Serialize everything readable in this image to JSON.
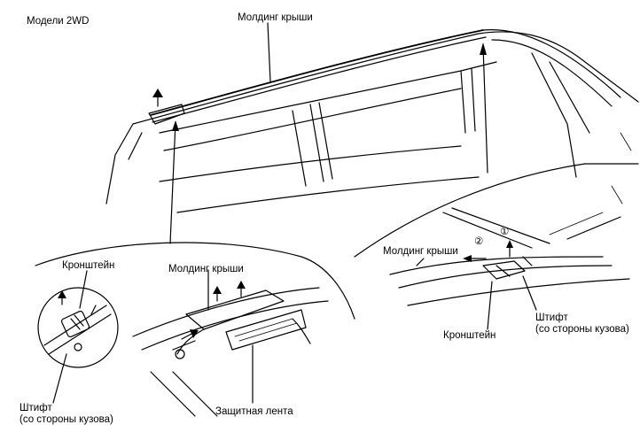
{
  "labels": {
    "model": "Модели 2WD",
    "roof_molding_top": "Молдинг крыши",
    "bracket_left": "Кронштейн",
    "roof_molding_mid": "Молдинг крыши",
    "pin_left_line1": "Штифт",
    "pin_left_line2": "(со стороны кузова)",
    "protective_tape": "Защитная лента",
    "roof_molding_right": "Молдинг крыши",
    "bracket_right": "Кронштейн",
    "pin_right_line1": "Штифт",
    "pin_right_line2": "(со стороны кузова)",
    "step_1": "①",
    "step_2": "②"
  }
}
